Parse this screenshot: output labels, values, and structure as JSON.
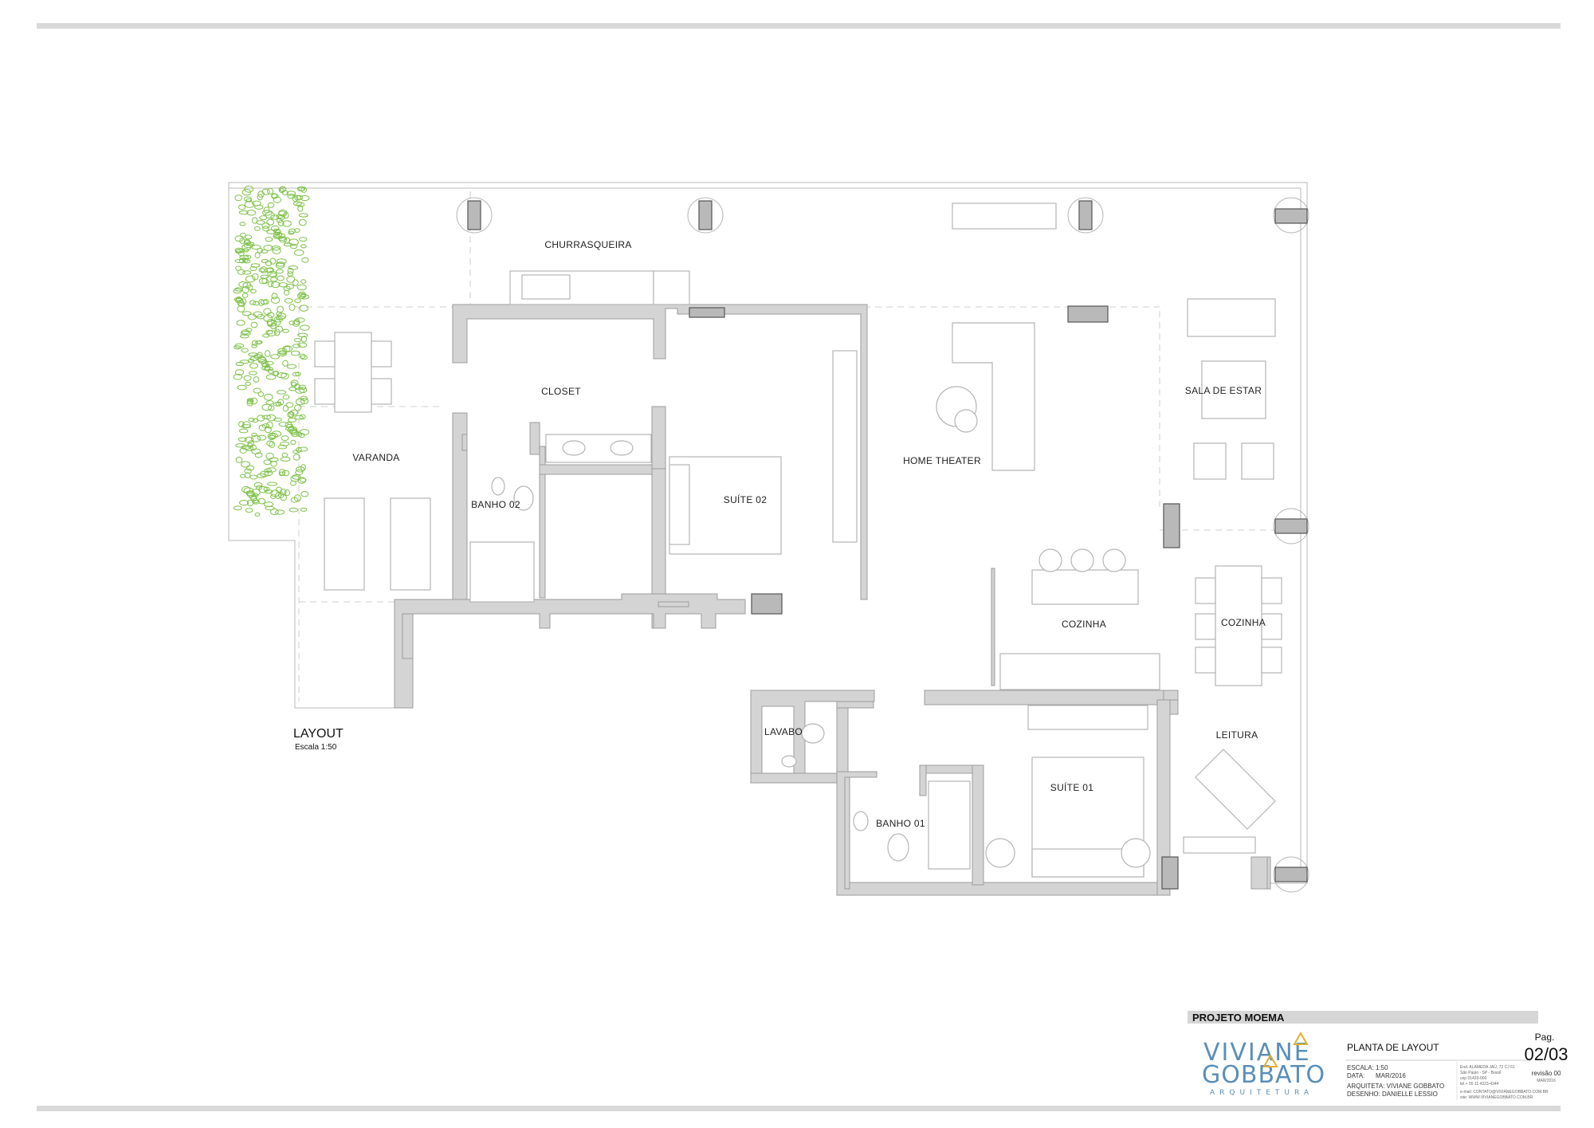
{
  "drawing": {
    "title": "LAYOUT",
    "scale": "Escala 1:50"
  },
  "rooms": [
    {
      "id": "churrasqueira",
      "label": "CHURRASQUEIRA"
    },
    {
      "id": "closet",
      "label": "CLOSET"
    },
    {
      "id": "varanda",
      "label": "VARANDA"
    },
    {
      "id": "banho02",
      "label": "BANHO 02"
    },
    {
      "id": "suite02",
      "label": "SUÍTE 02"
    },
    {
      "id": "hometheater",
      "label": "HOME THEATER"
    },
    {
      "id": "saladeestar",
      "label": "SALA DE ESTAR"
    },
    {
      "id": "cozinha1",
      "label": "COZINHA"
    },
    {
      "id": "cozinha2",
      "label": "COZINHA"
    },
    {
      "id": "lavabo",
      "label": "LAVABO"
    },
    {
      "id": "leitura",
      "label": "LEITURA"
    },
    {
      "id": "suite01",
      "label": "SUÍTE 01"
    },
    {
      "id": "banho01",
      "label": "BANHO 01"
    }
  ],
  "title_block": {
    "project": "PROJETO MOEMA",
    "sheet_title": "PLANTA DE LAYOUT",
    "page_label": "Pag.",
    "page_number": "02/03",
    "revision": "revisão 00",
    "revision_date": "MAR/2016",
    "scale_label": "ESCALA:",
    "scale_value": "1:50",
    "date_label": "DATA:",
    "date_value": "MAR/2016",
    "architect": "ARQUITETA: VIVIANE GOBBATO",
    "drafter": "DESENHO: DANIELLE LESSIO",
    "address_1": "End. ALAMEDA JAÚ, 72 CJ 61",
    "address_2": "São Paulo - SP - Brasil",
    "address_3": "cep 01420-000",
    "phone": "tel + 55 11 4323-4344",
    "email": "e-mail: CONTATO@VIVIANEGOBBATO.COM.BR",
    "site": "site: WWW.VIVIANEGOBBATO.COM.BR"
  },
  "logo": {
    "line1": "VIVIANE",
    "line2": "GOBBATO",
    "line3": "ARQUITETURA",
    "primary_color": "#5a8fb8",
    "accent_color": "#e0b030"
  },
  "colors": {
    "wall_fill": "#d4d4d4",
    "frame_bar": "#d9d9d9",
    "plant_green": "#7fc24a"
  }
}
